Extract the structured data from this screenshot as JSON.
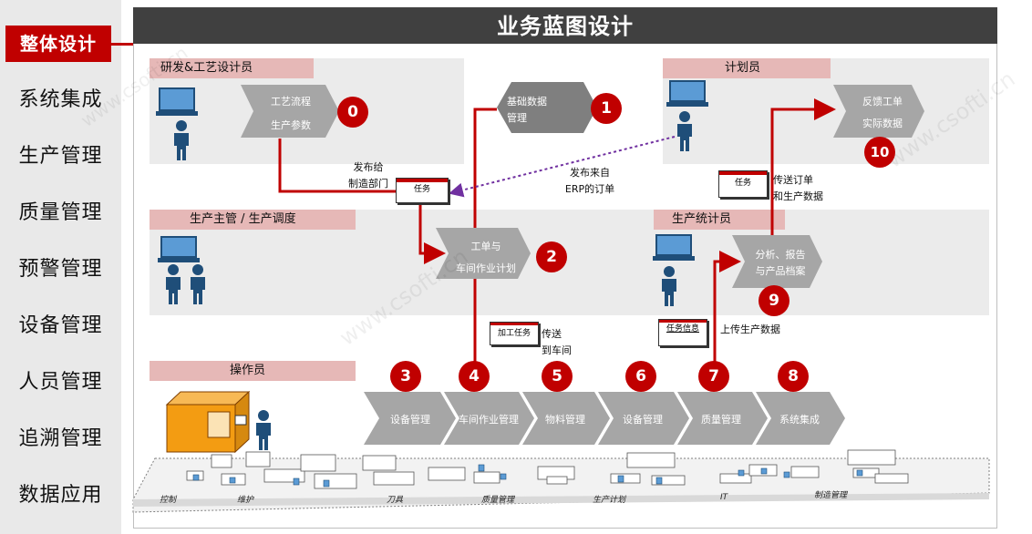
{
  "sidebar": {
    "items": [
      {
        "label": "整体设计",
        "active": true
      },
      {
        "label": "系统集成"
      },
      {
        "label": "生产管理"
      },
      {
        "label": "质量管理"
      },
      {
        "label": "预警管理"
      },
      {
        "label": "设备管理"
      },
      {
        "label": "人员管理"
      },
      {
        "label": "追溯管理"
      },
      {
        "label": "数据应用"
      }
    ]
  },
  "header": {
    "title": "业务蓝图设计"
  },
  "roles": {
    "rd": "研发&工艺设计员",
    "planner": "计划员",
    "supervisor": "生产主管 / 生产调度",
    "statistician": "生产统计员",
    "operator": "操作员"
  },
  "processes": {
    "p0": {
      "line1": "工艺流程",
      "line2": "生产参数",
      "num": "0"
    },
    "p1": {
      "line1": "基础数据",
      "line2": "管理",
      "num": "1"
    },
    "p2": {
      "line1": "工单与",
      "line2": "车间作业计划",
      "num": "2"
    },
    "p9": {
      "line1": "分析、报告",
      "line2": "与产品档案",
      "num": "9"
    },
    "p10": {
      "line1": "反馈工单",
      "line2": "实际数据",
      "num": "10"
    }
  },
  "chevrons": [
    {
      "label": "设备管理",
      "num": "3"
    },
    {
      "label": "车间作业管理",
      "num": "4"
    },
    {
      "label": "物料管理",
      "num": "5"
    },
    {
      "label": "设备管理",
      "num": "6"
    },
    {
      "label": "质量管理",
      "num": "7"
    },
    {
      "label": "系统集成",
      "num": "8"
    }
  ],
  "labels": {
    "publish_line1": "发布给",
    "publish_line2": "制造部门",
    "erp_line1": "发布来自",
    "erp_line2": "ERP的订单",
    "send_order_line1": "传送订单",
    "send_order_line2": "和生产数据",
    "send_shop_line1": "传送",
    "send_shop_line2": "到车间",
    "upload": "上传生产数据"
  },
  "docs": {
    "task1": "任务",
    "task2": "任务",
    "proc_task": "加工任务",
    "task_info": "任务信息"
  },
  "base_labels": [
    "控制",
    "维护",
    "刀具",
    "质量管理",
    "生产计划",
    "IT",
    "制造管理"
  ],
  "watermark": "www.csofti.cn",
  "colors": {
    "accent": "#c00000",
    "header": "#404040",
    "role": "#e6b8b7",
    "panel": "#ebebeb",
    "process": "#a6a6a6",
    "dark_process": "#7f7f7f",
    "person": "#1f4e79"
  }
}
